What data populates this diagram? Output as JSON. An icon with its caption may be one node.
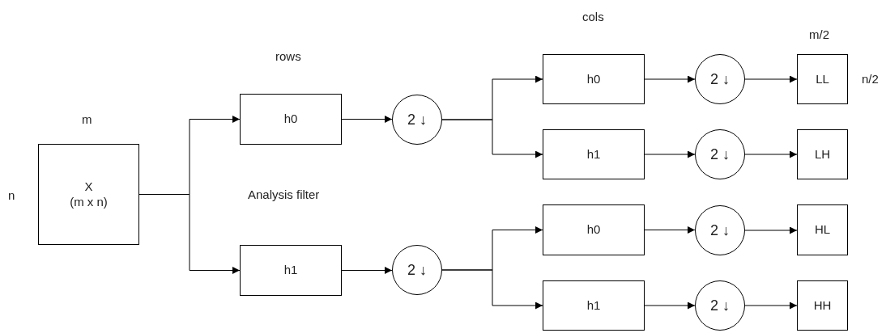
{
  "diagram": {
    "nodes": [
      {
        "text": [
          "X",
          "(m x n)"
        ]
      },
      {
        "text": [
          "h0"
        ]
      },
      {
        "text": [
          "2 ↓"
        ]
      },
      {
        "text": [
          "h1"
        ]
      },
      {
        "text": [
          "2 ↓"
        ]
      },
      {
        "text": [
          "h0"
        ]
      },
      {
        "text": [
          "2 ↓"
        ]
      },
      {
        "text": [
          "LL"
        ]
      },
      {
        "text": [
          "h1"
        ]
      },
      {
        "text": [
          "2 ↓"
        ]
      },
      {
        "text": [
          "LH"
        ]
      },
      {
        "text": [
          "h0"
        ]
      },
      {
        "text": [
          "2 ↓"
        ]
      },
      {
        "text": [
          "HL"
        ]
      },
      {
        "text": [
          "h1"
        ]
      },
      {
        "text": [
          "2 ↓"
        ]
      },
      {
        "text": [
          "HH"
        ]
      }
    ],
    "edges": [
      {
        "from": 0,
        "to": 1,
        "arrow": "to"
      },
      {
        "from": 0,
        "to": 3,
        "arrow": "to"
      },
      {
        "from": 1,
        "to": 2,
        "arrow": "to"
      },
      {
        "from": 3,
        "to": 4,
        "arrow": "to"
      },
      {
        "from": 2,
        "to": 5,
        "arrow": "to"
      },
      {
        "from": 2,
        "to": 8,
        "arrow": "to"
      },
      {
        "from": 4,
        "to": 11,
        "arrow": "to"
      },
      {
        "from": 4,
        "to": 14,
        "arrow": "to"
      },
      {
        "from": 5,
        "to": 6,
        "arrow": "to"
      },
      {
        "from": 6,
        "to": 7,
        "arrow": "to"
      },
      {
        "from": 8,
        "to": 9,
        "arrow": "to"
      },
      {
        "from": 9,
        "to": 10,
        "arrow": "to"
      },
      {
        "from": 11,
        "to": 12,
        "arrow": "to"
      },
      {
        "from": 12,
        "to": 13,
        "arrow": "to"
      },
      {
        "from": 14,
        "to": 15,
        "arrow": "to"
      },
      {
        "from": 15,
        "to": 16,
        "arrow": "to"
      }
    ],
    "labels": [
      "cols",
      "m/2",
      "n/2",
      "rows",
      "m",
      "Analysis filter",
      "n"
    ]
  }
}
